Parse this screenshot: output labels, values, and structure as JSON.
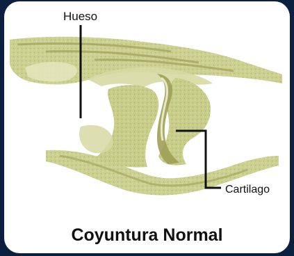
{
  "labels": {
    "bone": "Hueso",
    "cartilage": "Cartilago"
  },
  "caption": "Coyuntura Normal",
  "colors": {
    "background": "#0b1f3f",
    "card": "#ffffff",
    "joint_fill": "#c9cd8a",
    "joint_dark": "#9da055",
    "joint_light": "#e4e6bd",
    "leader_line": "#111111"
  }
}
